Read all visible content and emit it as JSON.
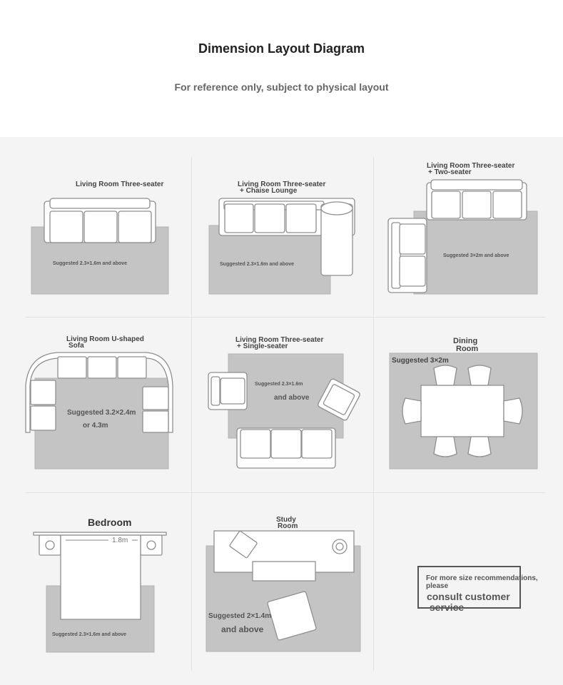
{
  "header": {
    "title": "Dimension Layout Diagram",
    "subtitle": "For reference only, subject to physical layout"
  },
  "layouts": [
    {
      "label": "Living Room Three-seater",
      "suggestion": "Suggested 2.3×1.6m and above"
    },
    {
      "label_line1": "Living Room Three-seater",
      "label_line2": "+ Chaise Lounge",
      "suggestion": "Suggested 2.3×1.6m and above"
    },
    {
      "label_line1": "Living Room Three-seater",
      "label_line2": "+ Two-seater",
      "suggestion": "Suggested 3×2m and above"
    },
    {
      "label_line1": "Living Room U-shaped",
      "label_line2": "Sofa",
      "suggestion_line1": "Suggested 3.2×2.4m",
      "suggestion_line2": "or 4.3m"
    },
    {
      "label_line1": "Living Room Three-seater",
      "label_line2": "+ Single-seater",
      "suggestion_line1": "Suggested 2.3×1.6m",
      "suggestion_line2": "and above"
    },
    {
      "label_line1": "Dining",
      "label_line2": "Room",
      "suggestion": "Suggested 3×2m"
    },
    {
      "label": "Bedroom",
      "bed_width": "1.8m",
      "suggestion": "Suggested 2.3×1.6m and above"
    },
    {
      "label_line1": "Study",
      "label_line2": "Room",
      "suggestion_line1": "Suggested 2×1.4m",
      "suggestion_line2": "and above"
    }
  ],
  "contact": {
    "line1": "For more size recommendations,",
    "line2": "please",
    "line3": "consult customer",
    "line4": "service"
  }
}
